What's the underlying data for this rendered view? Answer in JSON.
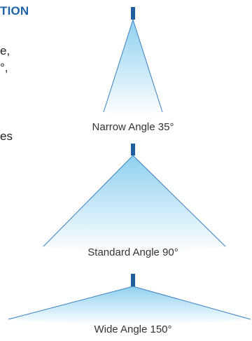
{
  "text": {
    "heading_fragment": "TION",
    "body_line_1": "e,",
    "body_line_2": "°,",
    "body_line_3": "es"
  },
  "beams": [
    {
      "label": "Narrow Angle 35°",
      "angle_deg": 35
    },
    {
      "label": "Standard Angle 90°",
      "angle_deg": 90
    },
    {
      "label": "Wide Angle 150°",
      "angle_deg": 150
    }
  ],
  "colors": {
    "heading": "#1f63a8",
    "fixture": "#1f5f9f",
    "beam_outline": "#3a7fc0",
    "beam_fill_top": "#8fd0f0",
    "beam_fill_bottom": "#ffffff"
  }
}
